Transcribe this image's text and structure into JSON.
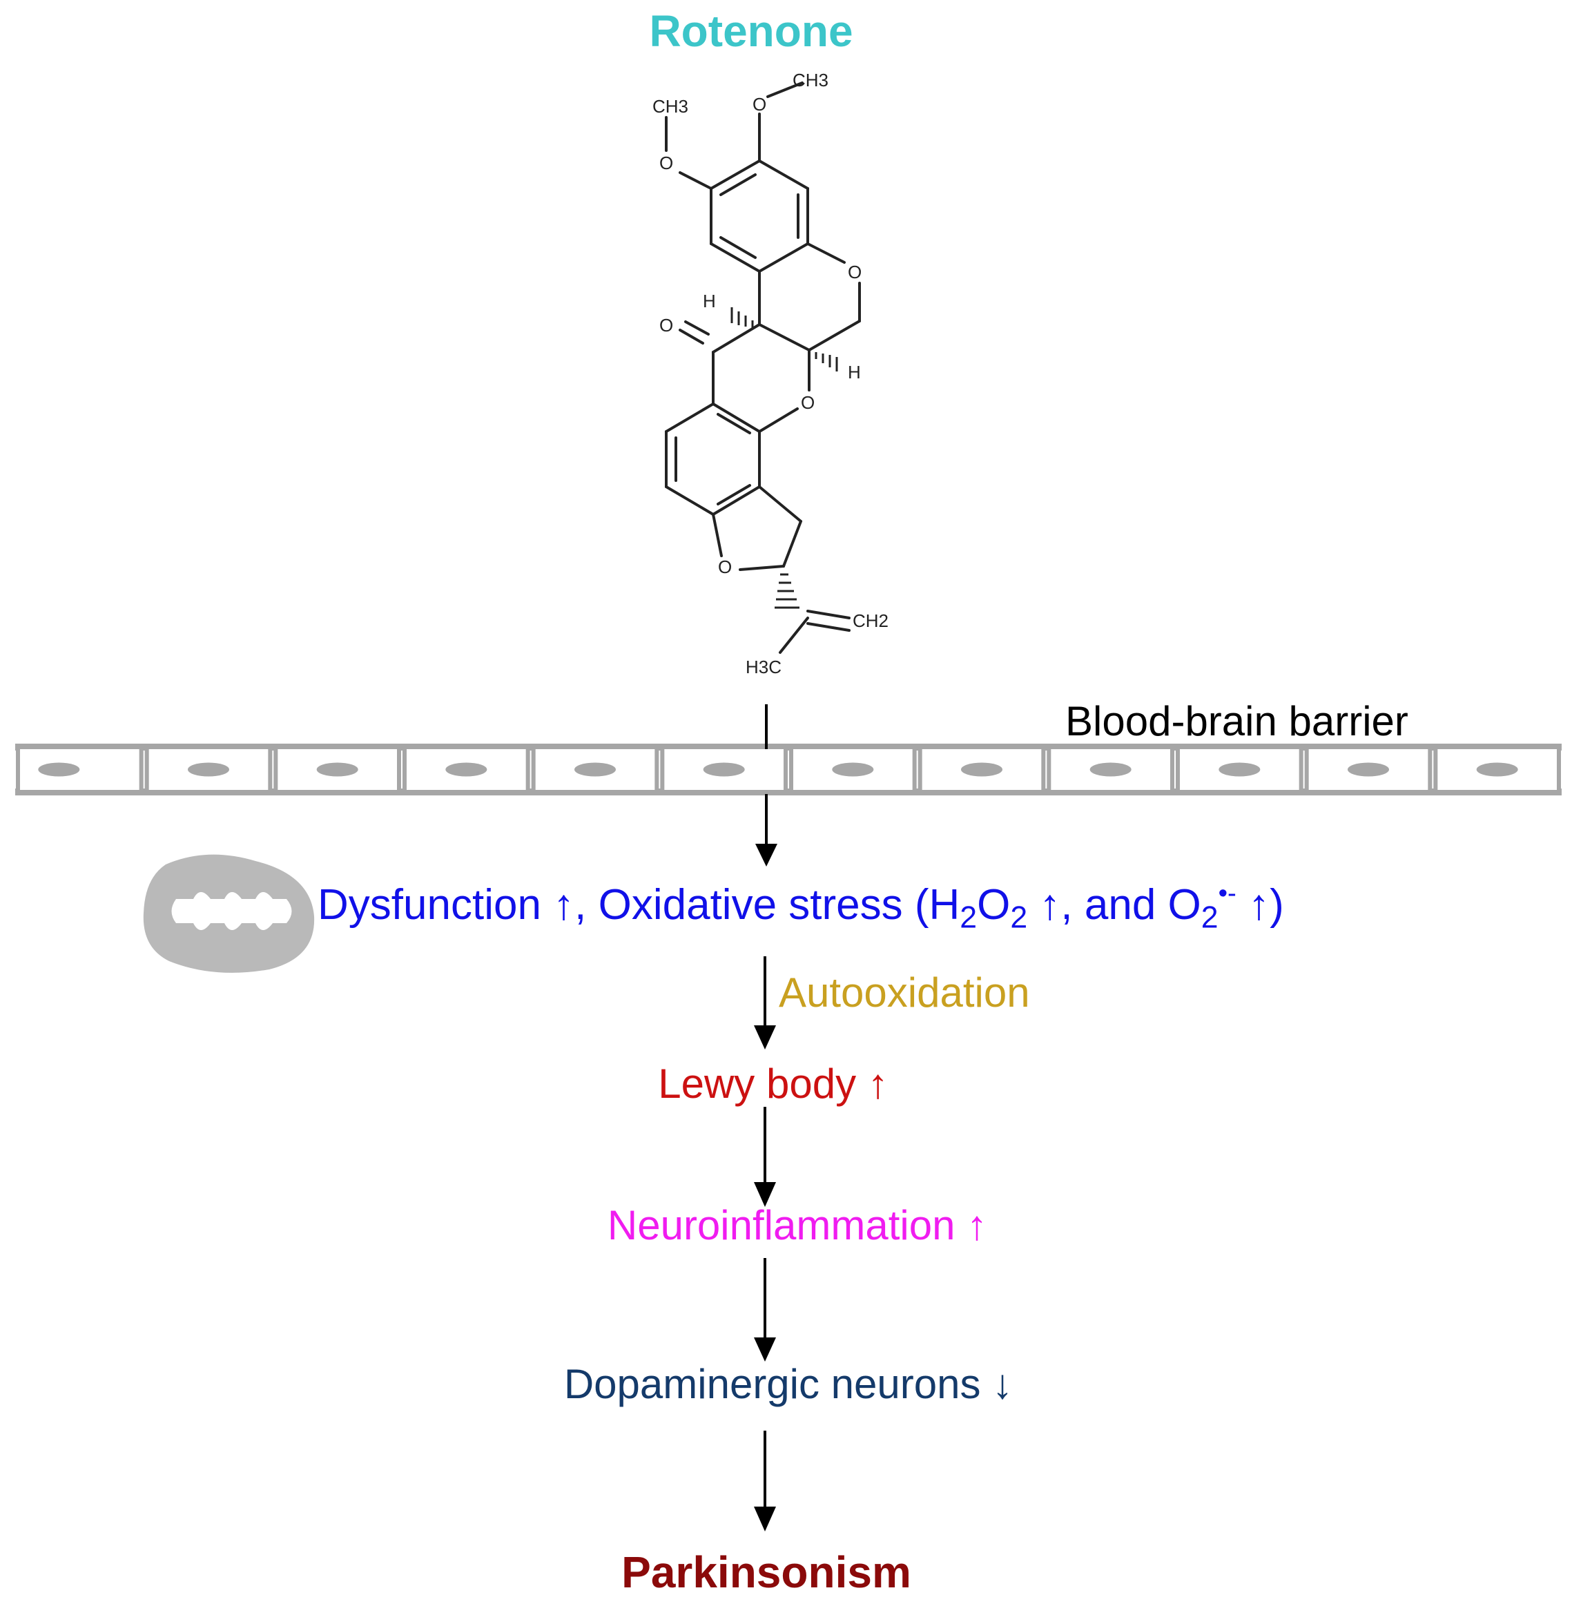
{
  "colors": {
    "rotenone": "#3cc5c9",
    "dysfunction": "#1010e8",
    "autooxidation": "#c9a020",
    "lewy": "#cc1111",
    "neuroinflammation": "#f01cf0",
    "dopaminergic": "#143a6a",
    "parkinsonism": "#8b0a0a",
    "membrane": "#a6a6a6"
  },
  "title": "Rotenone",
  "molecule": {
    "labels": {
      "ch3_top_right": "CH3",
      "ch3_top_left": "CH3",
      "o_methoxy_right": "O",
      "o_methoxy_left": "O",
      "o_pyran": "O",
      "h_left": "H",
      "h_right": "H",
      "o_keto": "O",
      "o_chromene": "O",
      "o_furan": "O",
      "ch2": "CH2",
      "h3c": "H3C"
    }
  },
  "barrier": {
    "label": "Blood-brain barrier",
    "cell_count": 12
  },
  "pathway": {
    "step1": {
      "dysfunction": "Dysfunction",
      "sep1": ", Oxidative stress (H",
      "sub1": "2",
      "o_text": "O",
      "sub2": "2",
      "and_text": ", and O",
      "sub3": "2",
      "sup3": "•-",
      "close": ")",
      "arrow": "↑"
    },
    "autooxidation": "Autooxidation",
    "lewy": "Lewy body",
    "lewy_arrow": "↑",
    "neuroinflammation": "Neuroinflammation",
    "neuro_arrow": "↑",
    "dopaminergic": "Dopaminergic neurons",
    "dopa_arrow": "↓",
    "outcome": "Parkinsonism"
  },
  "icons": {
    "mitochondrion": "mitochondrion-icon"
  }
}
